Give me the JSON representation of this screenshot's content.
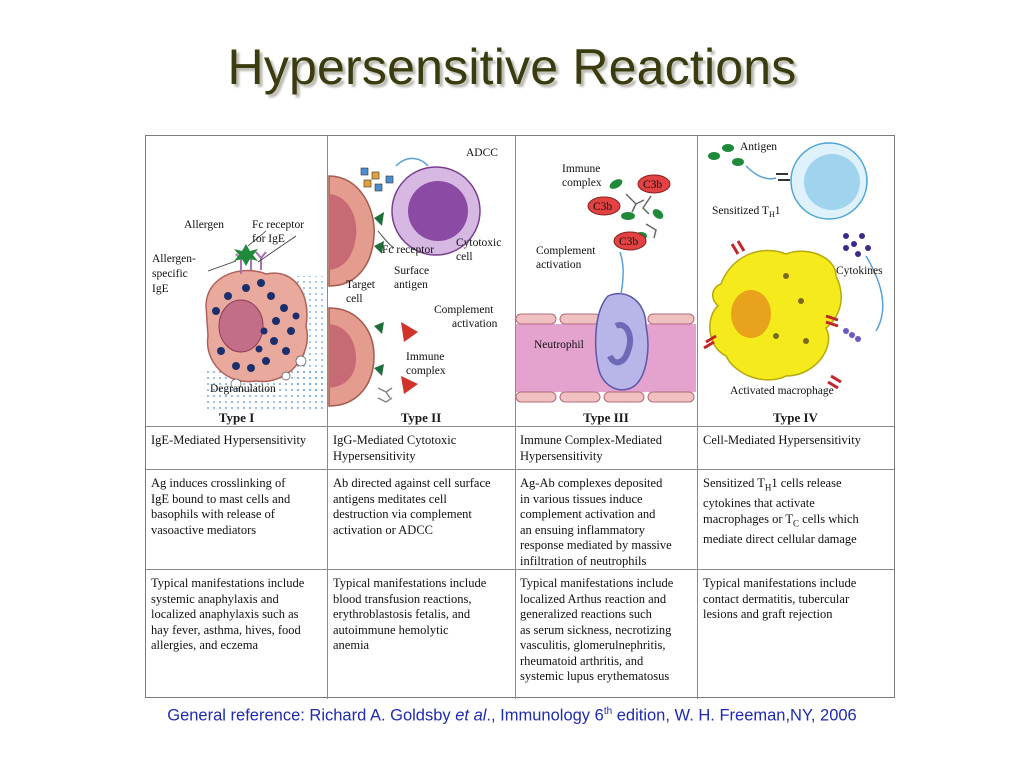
{
  "slide": {
    "title": "Hypersensitive Reactions"
  },
  "figure": {
    "types": [
      {
        "label": "Type I",
        "mediation": "IgE-Mediated Hypersensitivity",
        "mechanism": "Ag induces crosslinking of\nIgE bound to mast cells and\nbasophils with release of\nvasoactive mediators",
        "manifestations": "Typical manifestations include\nsystemic anaphylaxis and\nlocalized anaphylaxis such as\nhay fever, asthma, hives, food\nallergies, and eczema",
        "labels": {
          "allergen": "Allergen",
          "fc_receptor_1": "Fc receptor",
          "fc_receptor_2": "for IgE",
          "allergen_specific_1": "Allergen-",
          "allergen_specific_2": "specific",
          "allergen_specific_3": "IgE",
          "degranulation": "Degranulation"
        }
      },
      {
        "label": "Type II",
        "mediation": "IgG-Mediated Cytotoxic\nHypersensitivity",
        "mechanism": "Ab directed against cell surface\nantigens meditates cell\ndestruction via complement\nactivation or ADCC",
        "manifestations": "Typical manifestations include\nblood transfusion reactions,\nerythroblastosis fetalis, and\nautoimmune hemolytic\nanemia",
        "labels": {
          "adcc": "ADCC",
          "fc_receptor": "Fc receptor",
          "cytotoxic_1": "Cytotoxic",
          "cytotoxic_2": "cell",
          "target_1": "Target",
          "target_2": "cell",
          "surface_1": "Surface",
          "surface_2": "antigen",
          "complement_1": "Complement",
          "complement_2": "activation",
          "immune_1": "Immune",
          "immune_2": "complex"
        }
      },
      {
        "label": "Type III",
        "mediation": "Immune Complex-Mediated\nHypersensitivity",
        "mechanism": "Ag-Ab complexes deposited\nin various tissues induce\ncomplement activation and\nan ensuing inflammatory\nresponse mediated by massive\ninfiltration of neutrophils",
        "manifestations": "Typical manifestations include\nlocalized Arthus reaction and\ngeneralized reactions such\nas serum sickness, necrotizing\nvasculitis, glomerulnephritis,\nrheumatoid arthritis, and\nsystemic lupus erythematosus",
        "labels": {
          "immune_1": "Immune",
          "immune_2": "complex",
          "c3b": "C3b",
          "complement_1": "Complement",
          "complement_2": "activation",
          "neutrophil": "Neutrophil"
        }
      },
      {
        "label": "Type IV",
        "mediation": "Cell-Mediated Hypersensitivity",
        "mechanism_l1": "Sensitized T",
        "mechanism_l1_sub": "H",
        "mechanism_l1_rest": "1 cells release",
        "mechanism_l2": "cytokines that activate",
        "mechanism_l3": "macrophages or T",
        "mechanism_l3_sub": "C",
        "mechanism_l3_rest": " cells which",
        "mechanism_l4": "mediate direct cellular damage",
        "manifestations": "Typical manifestations include\ncontact dermatitis, tubercular\nlesions and graft rejection",
        "labels": {
          "antigen": "Antigen",
          "sensitized": "Sensitized T",
          "sensitized_sub": "H",
          "sensitized_rest": "1",
          "cytokines": "Cytokines",
          "macrophage": "Activated macrophage"
        }
      }
    ]
  },
  "reference": {
    "prefix": "General reference: Richard A. Goldsby ",
    "italic": "et al",
    "middle": "., Immunology 6",
    "sup": "th",
    "suffix": " edition, W. H. Freeman,NY, 2006"
  },
  "colors": {
    "title": "#3b3b10",
    "reference": "#1f2bb0",
    "mast_cell": "#e9a99c",
    "granule": "#1b2f6e",
    "cytotoxic_cell": "#8b4aa3",
    "target_cell": "#e49c8e",
    "vessel": "#e4a3cf",
    "macrophage": "#f4ea1c",
    "t_cell": "#9fd3ee"
  }
}
